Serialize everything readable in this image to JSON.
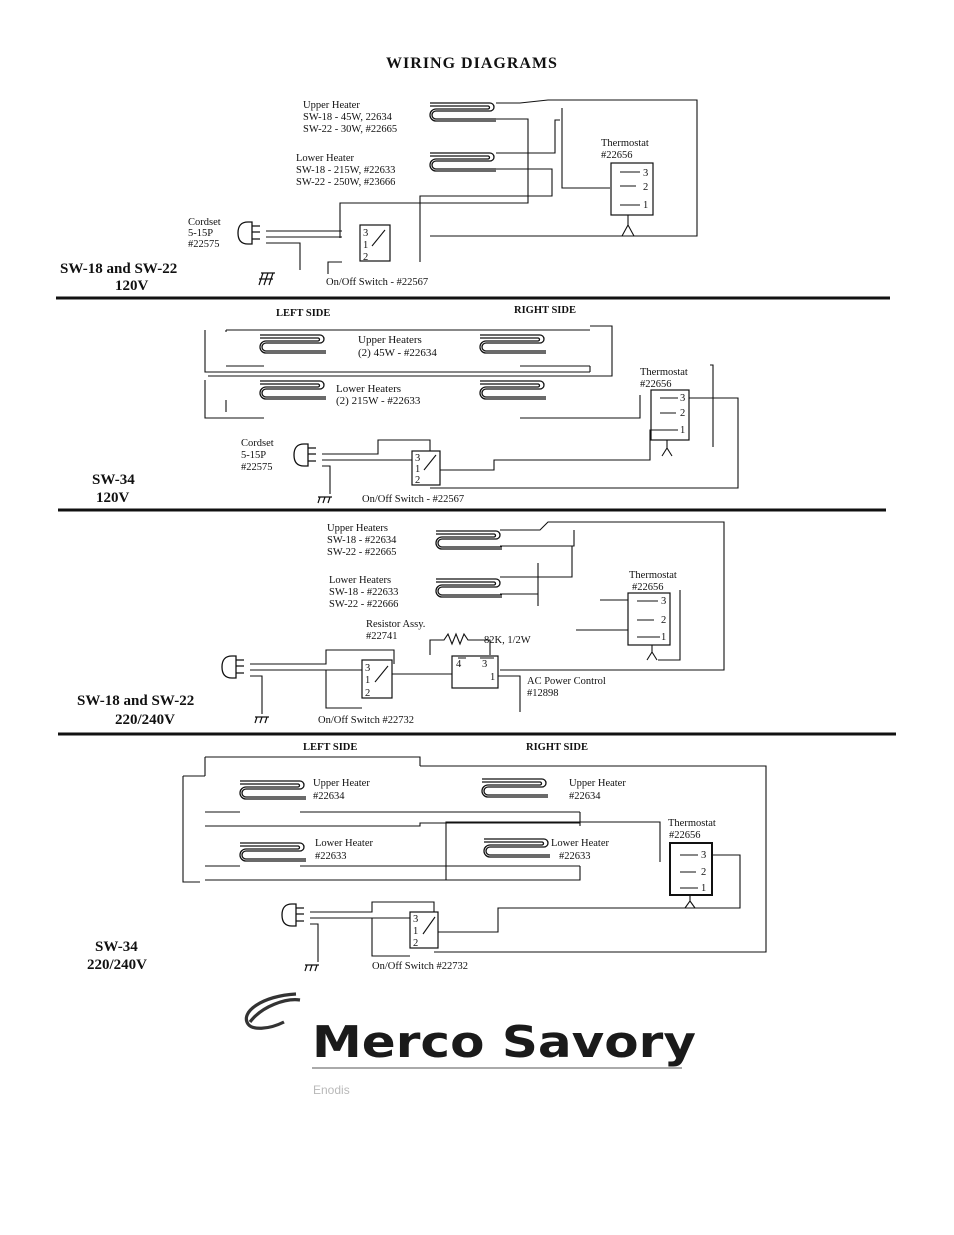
{
  "title": "WIRING  DIAGRAMS",
  "diagram1": {
    "model": "SW-18 and SW-22",
    "voltage": "120V",
    "upper_heater": [
      "Upper Heater",
      "SW-18 - 45W, 22634",
      "SW-22 - 30W, #22665"
    ],
    "lower_heater": [
      "Lower Heater",
      "SW-18 - 215W, #22633",
      "SW-22 - 250W, #23666"
    ],
    "thermostat": [
      "Thermostat",
      "#22656"
    ],
    "cordset": [
      "Cordset",
      "5-15P",
      "#22575"
    ],
    "switch": "On/Off Switch - #22567",
    "pins": [
      "3",
      "2",
      "1"
    ]
  },
  "diagram2": {
    "model": "SW-34",
    "voltage": "120V",
    "left_side": "LEFT SIDE",
    "right_side": "RIGHT SIDE",
    "upper_heaters": [
      "Upper Heaters",
      "(2) 45W - #22634"
    ],
    "lower_heaters": [
      "Lower Heaters",
      "(2) 215W - #22633"
    ],
    "thermostat": [
      "Thermostat",
      "#22656"
    ],
    "cordset": [
      "Cordset",
      "5-15P",
      "#22575"
    ],
    "switch": "On/Off Switch - #22567"
  },
  "diagram3": {
    "model": "SW-18 and SW-22",
    "voltage": "220/240V",
    "upper_heaters": [
      "Upper Heaters",
      "SW-18 - #22634",
      "SW-22 - #22665"
    ],
    "lower_heaters": [
      "Lower Heaters",
      "SW-18 - #22633",
      "SW-22 - #22666"
    ],
    "resistor": [
      "Resistor Assy.",
      "#22741"
    ],
    "resistor_value": "82K, 1/2W",
    "ac_control": [
      "AC Power Control",
      "#12898"
    ],
    "thermostat": [
      "Thermostat",
      "#22656"
    ],
    "switch": "On/Off Switch  #22732",
    "control_pins": [
      "4",
      "3",
      "1"
    ]
  },
  "diagram4": {
    "model": "SW-34",
    "voltage": "220/240V",
    "left_side": "LEFT SIDE",
    "right_side": "RIGHT SIDE",
    "left_upper": [
      "Upper Heater",
      "#22634"
    ],
    "right_upper": [
      "Upper Heater",
      "#22634"
    ],
    "left_lower": [
      "Lower Heater",
      "#22633"
    ],
    "right_lower": [
      "Lower Heater",
      "#22633"
    ],
    "thermostat": [
      "Thermostat",
      "#22656"
    ],
    "switch": "On/Off Switch  #22732"
  },
  "logo": {
    "brand": "Merco Savory",
    "sub": "Enodis"
  }
}
